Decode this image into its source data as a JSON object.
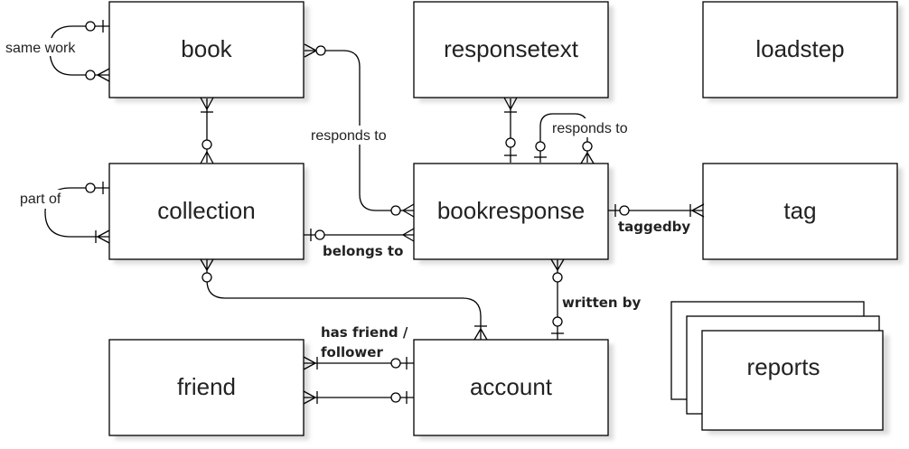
{
  "entities": {
    "book": "book",
    "responsetext": "responsetext",
    "loadstep": "loadstep",
    "collection": "collection",
    "bookresponse": "bookresponse",
    "tag": "tag",
    "friend": "friend",
    "account": "account",
    "reports": "reports"
  },
  "relationships": {
    "same_work": "same work",
    "responds_to_book": "responds to",
    "responds_to_self": "responds to",
    "part_of": "part of",
    "belongs_to": "belongs to",
    "taggedby": "taggedby",
    "written_by": "written by",
    "has_friend_line1": "has friend /",
    "has_friend_line2": "follower"
  }
}
